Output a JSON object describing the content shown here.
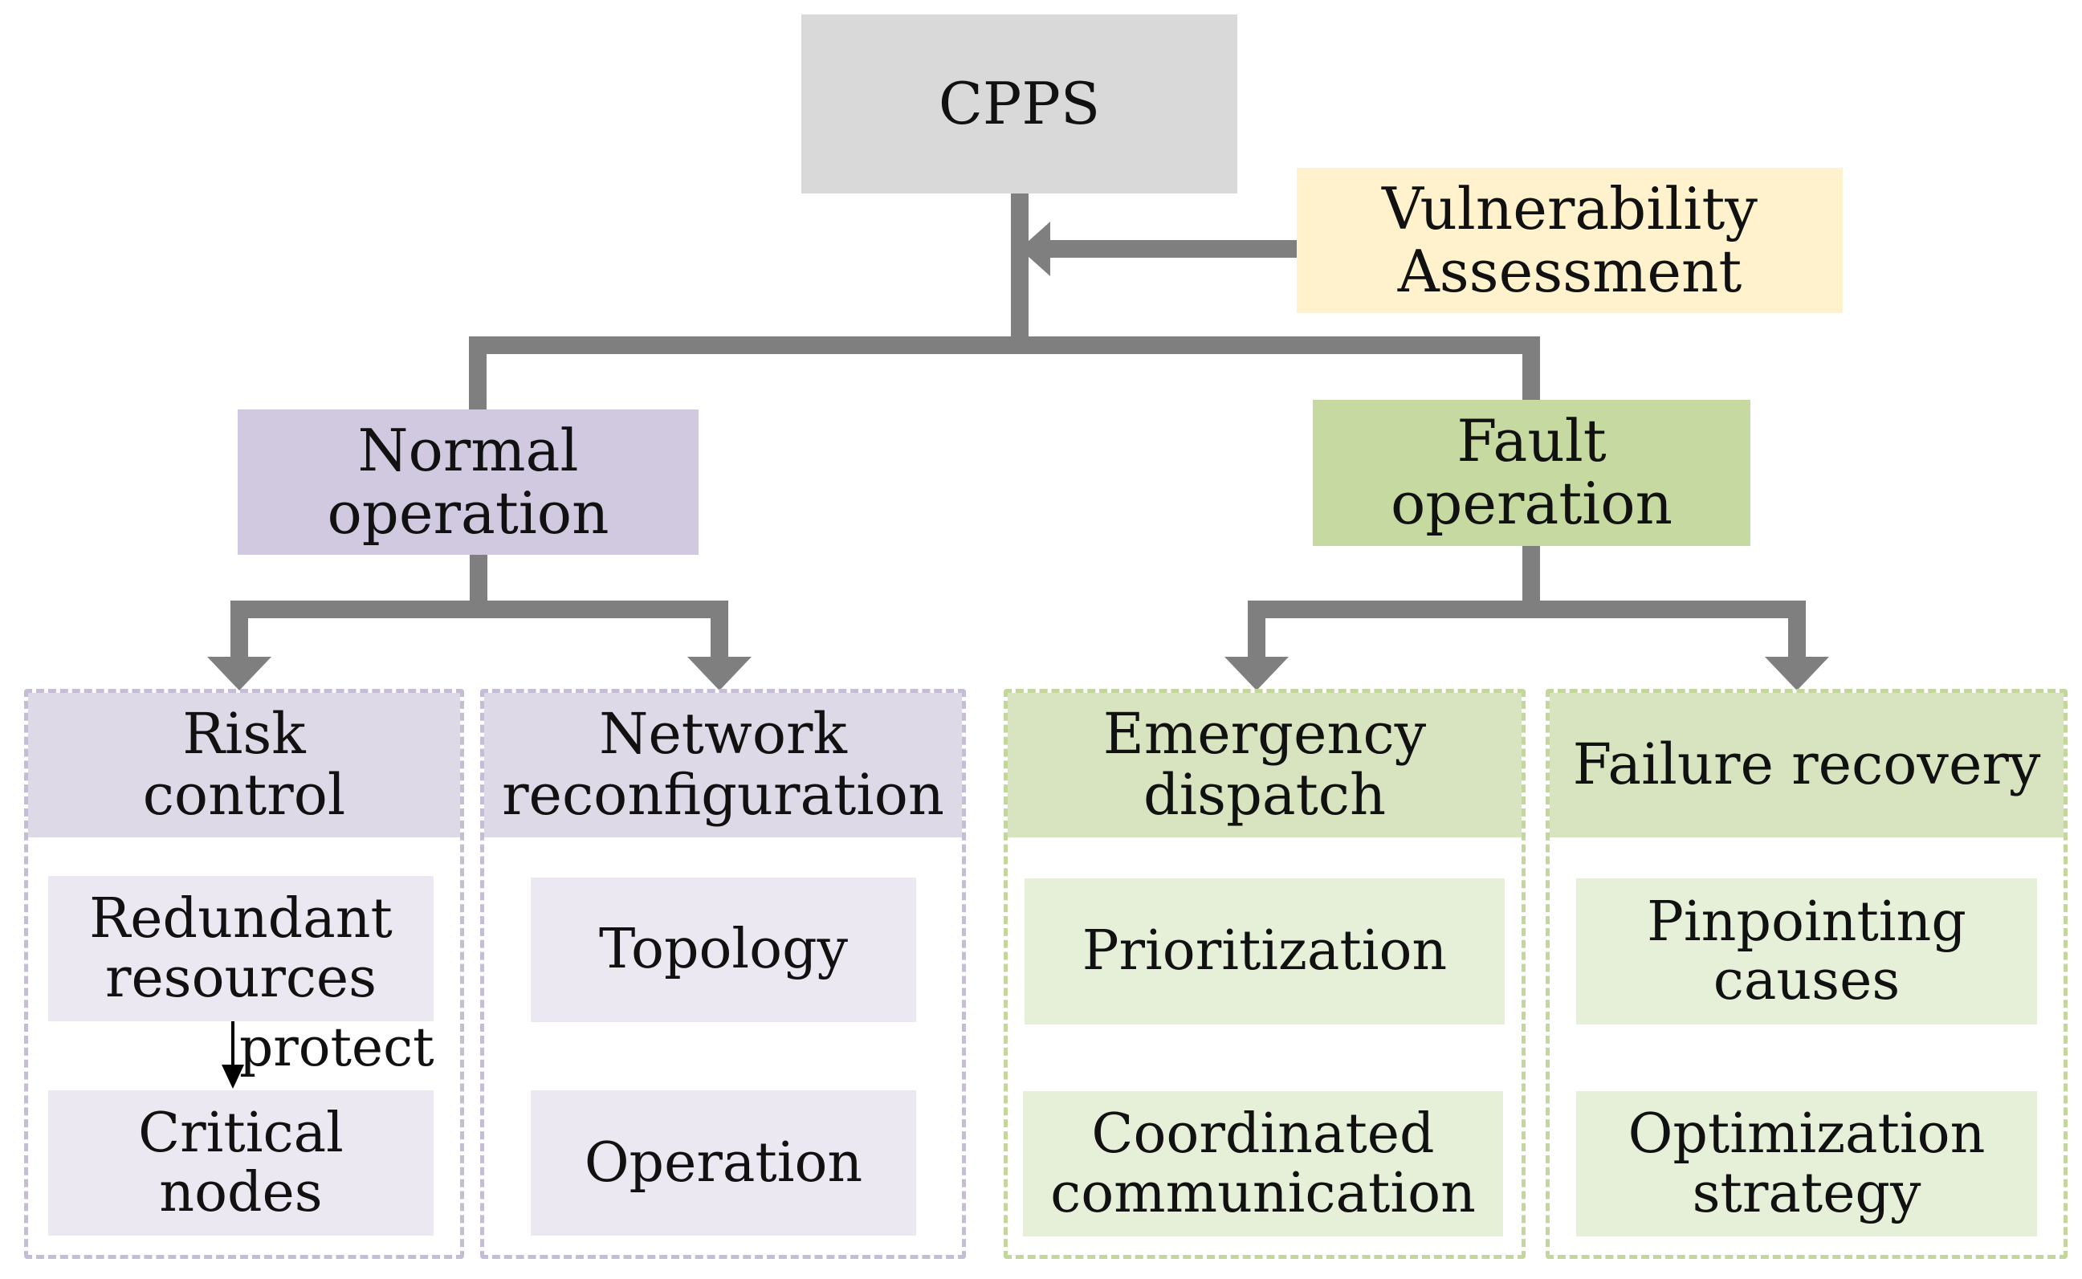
{
  "colors": {
    "connector": "#7f7f7f",
    "root_fill": "#d9d9d9",
    "assessment_fill": "#fff2cc",
    "purple_fill": "#d0c9e0",
    "purple_light": "#ddd9e7",
    "purple_leaf": "#ebe8f1",
    "purple_border": "#c5bcd6",
    "green_fill": "#c5d9a0",
    "green_light": "#d8e4bf",
    "green_leaf": "#e6efd8",
    "green_border": "#c3d69b"
  },
  "root": {
    "label": "CPPS"
  },
  "assessment": {
    "label": "Vulnerability\nAssessment"
  },
  "normal": {
    "label": "Normal\noperation",
    "risk": {
      "label": "Risk\ncontrol",
      "items": [
        "Redundant\nresources",
        "Critical\nnodes"
      ],
      "relation": "protect"
    },
    "network": {
      "label": "Network\nreconfiguration",
      "items": [
        "Topology",
        "Operation"
      ]
    }
  },
  "fault": {
    "label": "Fault\noperation",
    "emergency": {
      "label": "Emergency\ndispatch",
      "items": [
        "Prioritization",
        "Coordinated\ncommunication"
      ]
    },
    "recovery": {
      "label": "Failure recovery",
      "items": [
        "Pinpointing\ncauses",
        "Optimization\nstrategy"
      ]
    }
  }
}
